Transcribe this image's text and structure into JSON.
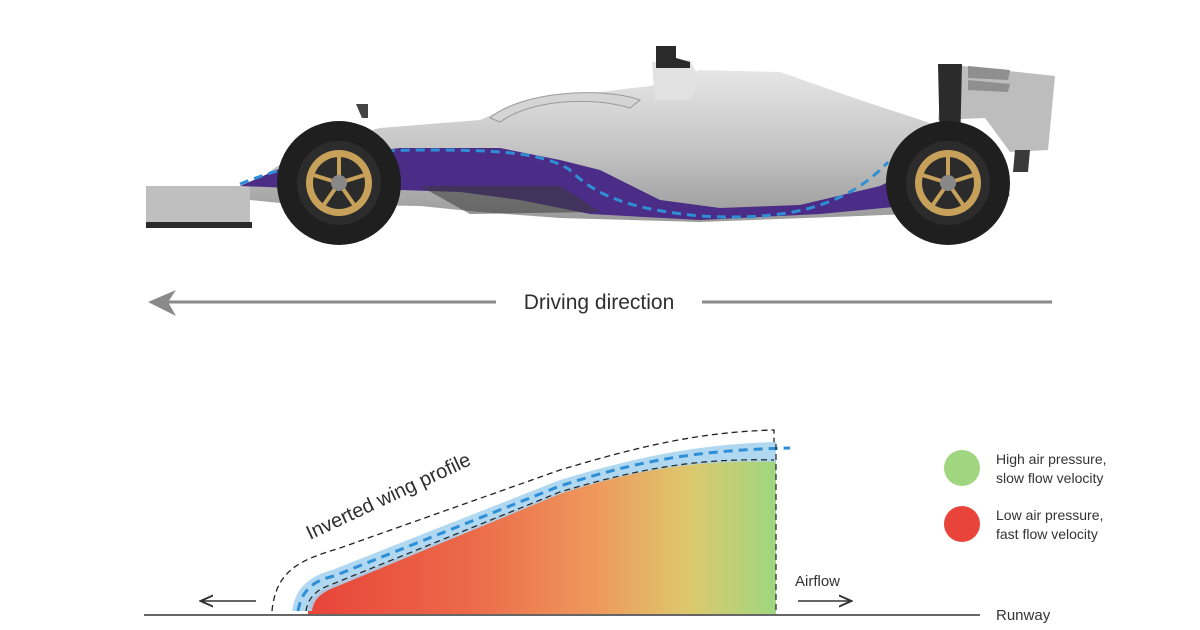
{
  "diagram": {
    "driving_direction": "Driving direction",
    "wing_profile_label": "Inverted wing profile",
    "airflow_label": "Airflow",
    "runway_label": "Runway",
    "legend": [
      {
        "line1": "High air pressure,",
        "line2": "slow flow velocity",
        "color": "#9fd67f"
      },
      {
        "line1": "Low air pressure,",
        "line2": "fast flow velocity",
        "color": "#e8443a"
      }
    ]
  },
  "colors": {
    "car_body": "#c9c9c9",
    "car_accent": "#4b2c86",
    "airflow_line": "#2f8fd6",
    "airflow_band": "#a9d4f0",
    "rim": "#c7a15a",
    "tire": "#1f1f1f",
    "arrow_gray": "#8a8a8a"
  }
}
